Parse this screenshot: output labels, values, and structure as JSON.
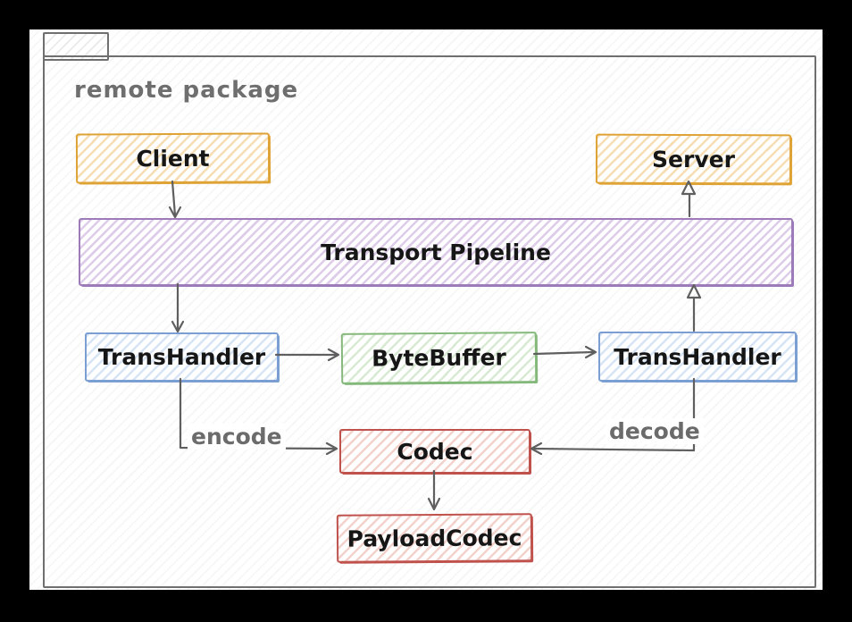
{
  "package": {
    "label": "remote package"
  },
  "nodes": [
    {
      "id": "client",
      "label": "Client",
      "color": "orange"
    },
    {
      "id": "server",
      "label": "Server",
      "color": "orange"
    },
    {
      "id": "transport-pipeline",
      "label": "Transport Pipeline",
      "color": "purple"
    },
    {
      "id": "transhandler-left",
      "label": "TransHandler",
      "color": "blue"
    },
    {
      "id": "bytebuffer",
      "label": "ByteBuffer",
      "color": "green"
    },
    {
      "id": "transhandler-right",
      "label": "TransHandler",
      "color": "blue"
    },
    {
      "id": "codec",
      "label": "Codec",
      "color": "red"
    },
    {
      "id": "payloadcodec",
      "label": "PayloadCodec",
      "color": "red"
    }
  ],
  "edges": [
    {
      "from": "client",
      "to": "transport-pipeline",
      "label": "",
      "arrowhead": "v"
    },
    {
      "from": "transport-pipeline",
      "to": "transhandler-left",
      "label": "",
      "arrowhead": "v"
    },
    {
      "from": "transhandler-left",
      "to": "bytebuffer",
      "label": "",
      "arrowhead": "v"
    },
    {
      "from": "bytebuffer",
      "to": "transhandler-right",
      "label": "",
      "arrowhead": "v"
    },
    {
      "from": "transhandler-right",
      "to": "transport-pipeline",
      "label": "",
      "arrowhead": "open-triangle"
    },
    {
      "from": "transport-pipeline",
      "to": "server",
      "label": "",
      "arrowhead": "open-triangle"
    },
    {
      "from": "transhandler-left",
      "to": "codec",
      "label": "encode",
      "arrowhead": "v"
    },
    {
      "from": "transhandler-right",
      "to": "codec",
      "label": "decode",
      "arrowhead": "v"
    },
    {
      "from": "codec",
      "to": "payloadcodec",
      "label": "",
      "arrowhead": "v"
    }
  ],
  "colors": {
    "orange_stroke": "#dfa235",
    "orange_fill": "#f6ddb4",
    "purple_stroke": "#9d7ab8",
    "purple_fill": "#ddccea",
    "blue_stroke": "#7b9ed3",
    "blue_fill": "#d7e4f5",
    "green_stroke": "#85b97c",
    "green_fill": "#d9ead4",
    "red_stroke": "#c0524d",
    "red_fill": "#f4d2cc",
    "line": "#5f5f5f",
    "page_bg": "#ffffff",
    "frame_bg": "#000000"
  }
}
